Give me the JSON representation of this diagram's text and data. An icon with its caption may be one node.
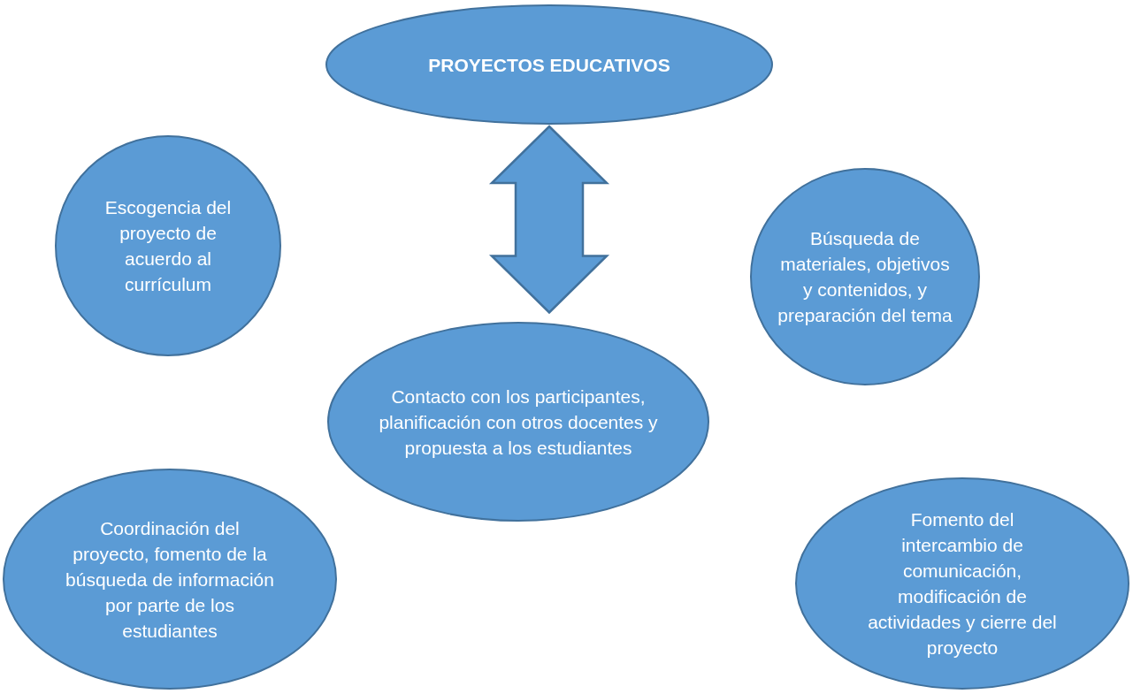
{
  "diagram": {
    "nodes": [
      {
        "text": [
          "PROYECTOS EDUCATIVOS"
        ]
      },
      {
        "text": [
          "Escogencia del proyecto de acuerdo al currículum"
        ]
      },
      {
        "text": [
          "Búsqueda de materiales, objetivos y contenidos, y preparación del tema"
        ]
      },
      {
        "text": [
          "Contacto con los participantes, planificación con otros docentes y propuesta a los estudiantes"
        ]
      },
      {
        "text": [
          "Coordinación del proyecto, fomento de la búsqueda de información por parte de los estudiantes"
        ]
      },
      {
        "text": [
          "Fomento del intercambio de comunicación, modificación de actividades y cierre del proyecto"
        ]
      }
    ],
    "edges": [
      {
        "from": 0,
        "to": 3,
        "arrow": "both",
        "style": "thick"
      }
    ]
  }
}
